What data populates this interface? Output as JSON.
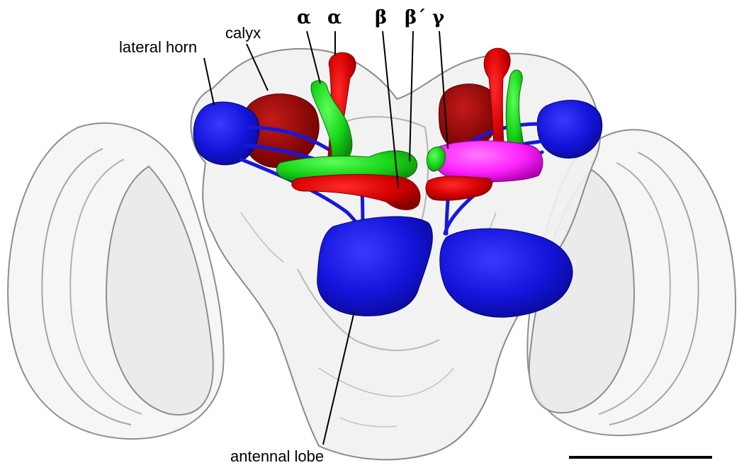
{
  "labels": {
    "lateral_horn": "lateral horn",
    "calyx": "calyx",
    "alpha_prime": "α",
    "alpha": "α",
    "beta": "β",
    "beta_prime": "β´",
    "gamma": "γ",
    "antennal_lobe": "antennal lobe"
  },
  "colors": {
    "background": "#ffffff",
    "neuropil_outline": "#9a9a9a",
    "neuropil_fill": "#f2f2f2",
    "lateral_horn_and_antennal_lobe": "#1010d8",
    "calyx_and_alpha_beta_lobes": "#d40000",
    "alpha_prime_beta_prime_lobes": "#10d010",
    "gamma_lobe": "#ff20ff",
    "leader_lines": "#000000",
    "scale_bar": "#000000"
  },
  "icons": {
    "brain": "brain-3d-rendering",
    "scale_bar": "scale-bar"
  }
}
